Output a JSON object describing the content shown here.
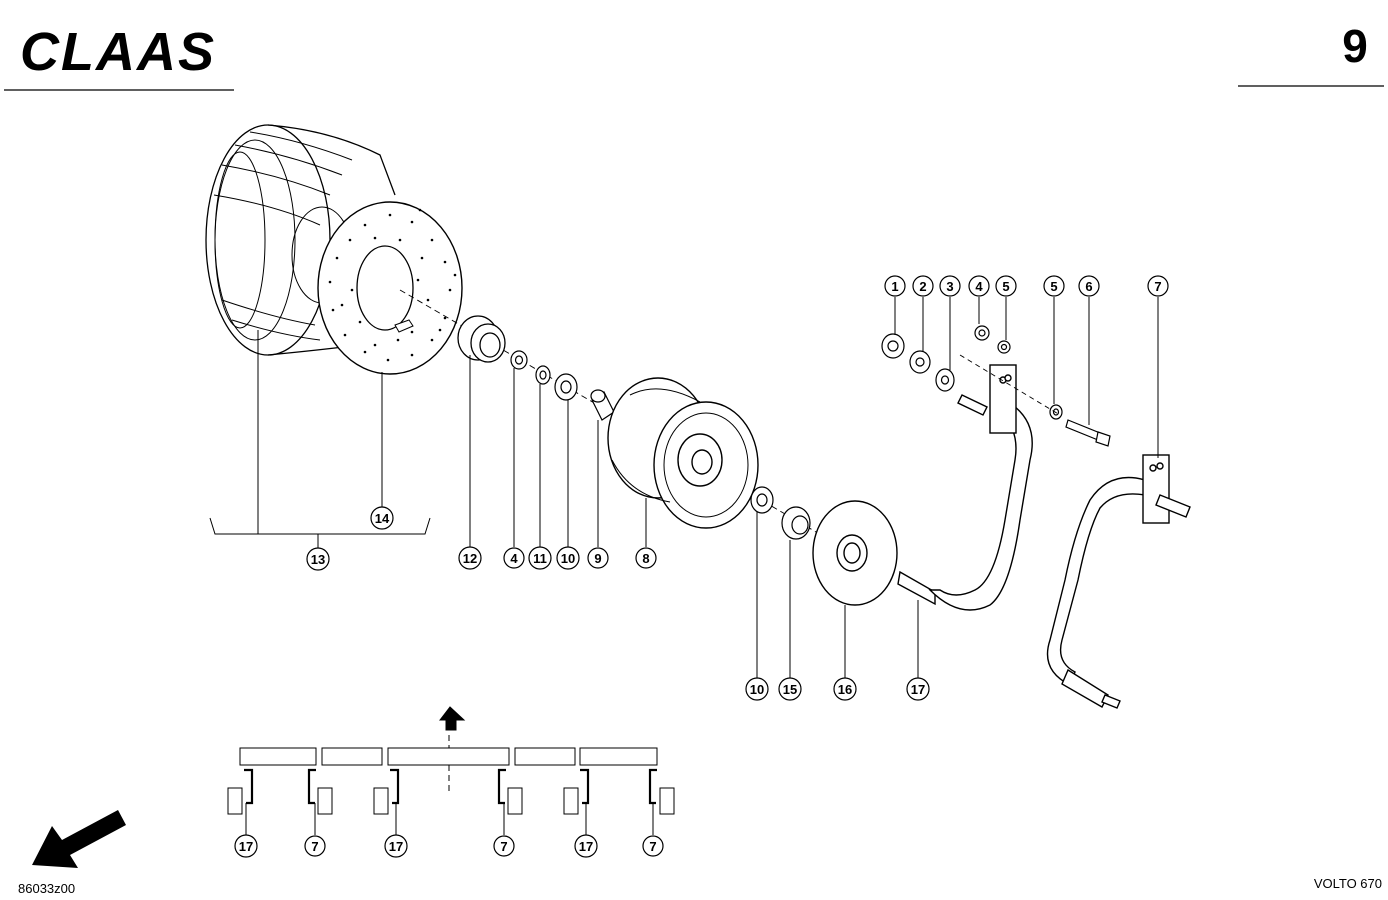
{
  "header": {
    "brand": "CLAAS",
    "page_number": "9"
  },
  "footer": {
    "drawing_id": "86033z00",
    "model": "VOLTO 670"
  },
  "callouts": {
    "c1": "1",
    "c2": "2",
    "c3": "3",
    "c4a": "4",
    "c5a": "5",
    "c5b": "5",
    "c6": "6",
    "c7top": "7",
    "c14": "14",
    "c13": "13",
    "c12": "12",
    "c4b": "4",
    "c11": "11",
    "c10a": "10",
    "c9": "9",
    "c8": "8",
    "c10b": "10",
    "c15": "15",
    "c16": "16",
    "c17": "17"
  },
  "schematic": {
    "k1": "17",
    "k2": "7",
    "k3": "17",
    "k4": "7",
    "k5": "17",
    "k6": "7"
  },
  "icons": {
    "arrow": "direction-arrow-icon",
    "front": "front-arrow-icon"
  }
}
